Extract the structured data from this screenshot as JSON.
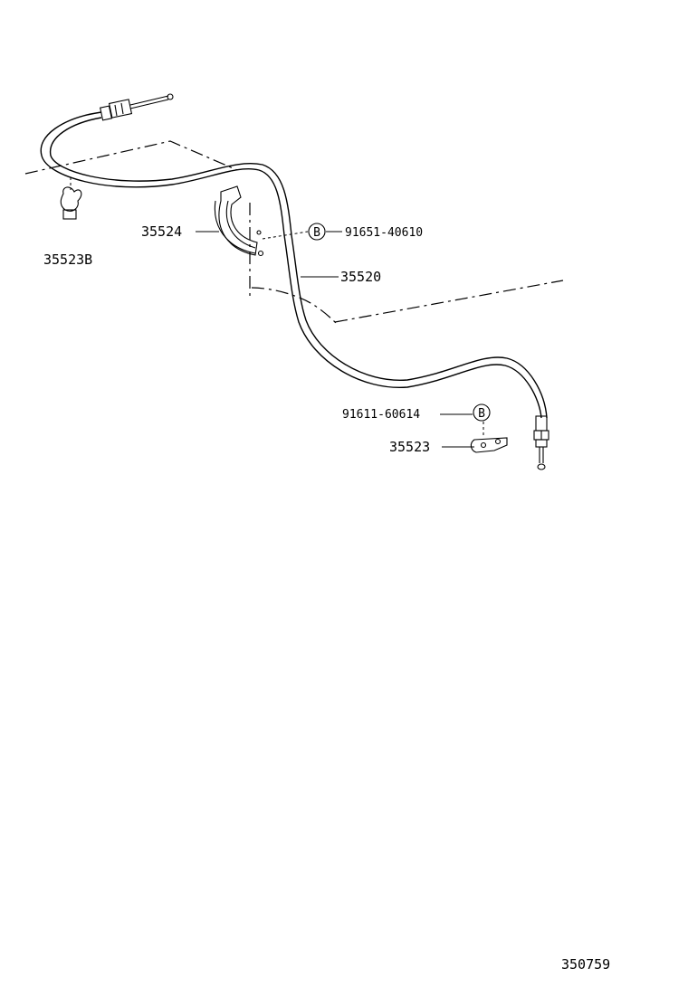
{
  "diagram": {
    "labels": {
      "p35523B": "35523B",
      "p35524": "35524",
      "p91651": "91651-40610",
      "p35520": "35520",
      "p91611": "91611-60614",
      "p35523": "35523"
    },
    "callout_b1": "B",
    "callout_b2": "B",
    "figure_number": "350759"
  }
}
